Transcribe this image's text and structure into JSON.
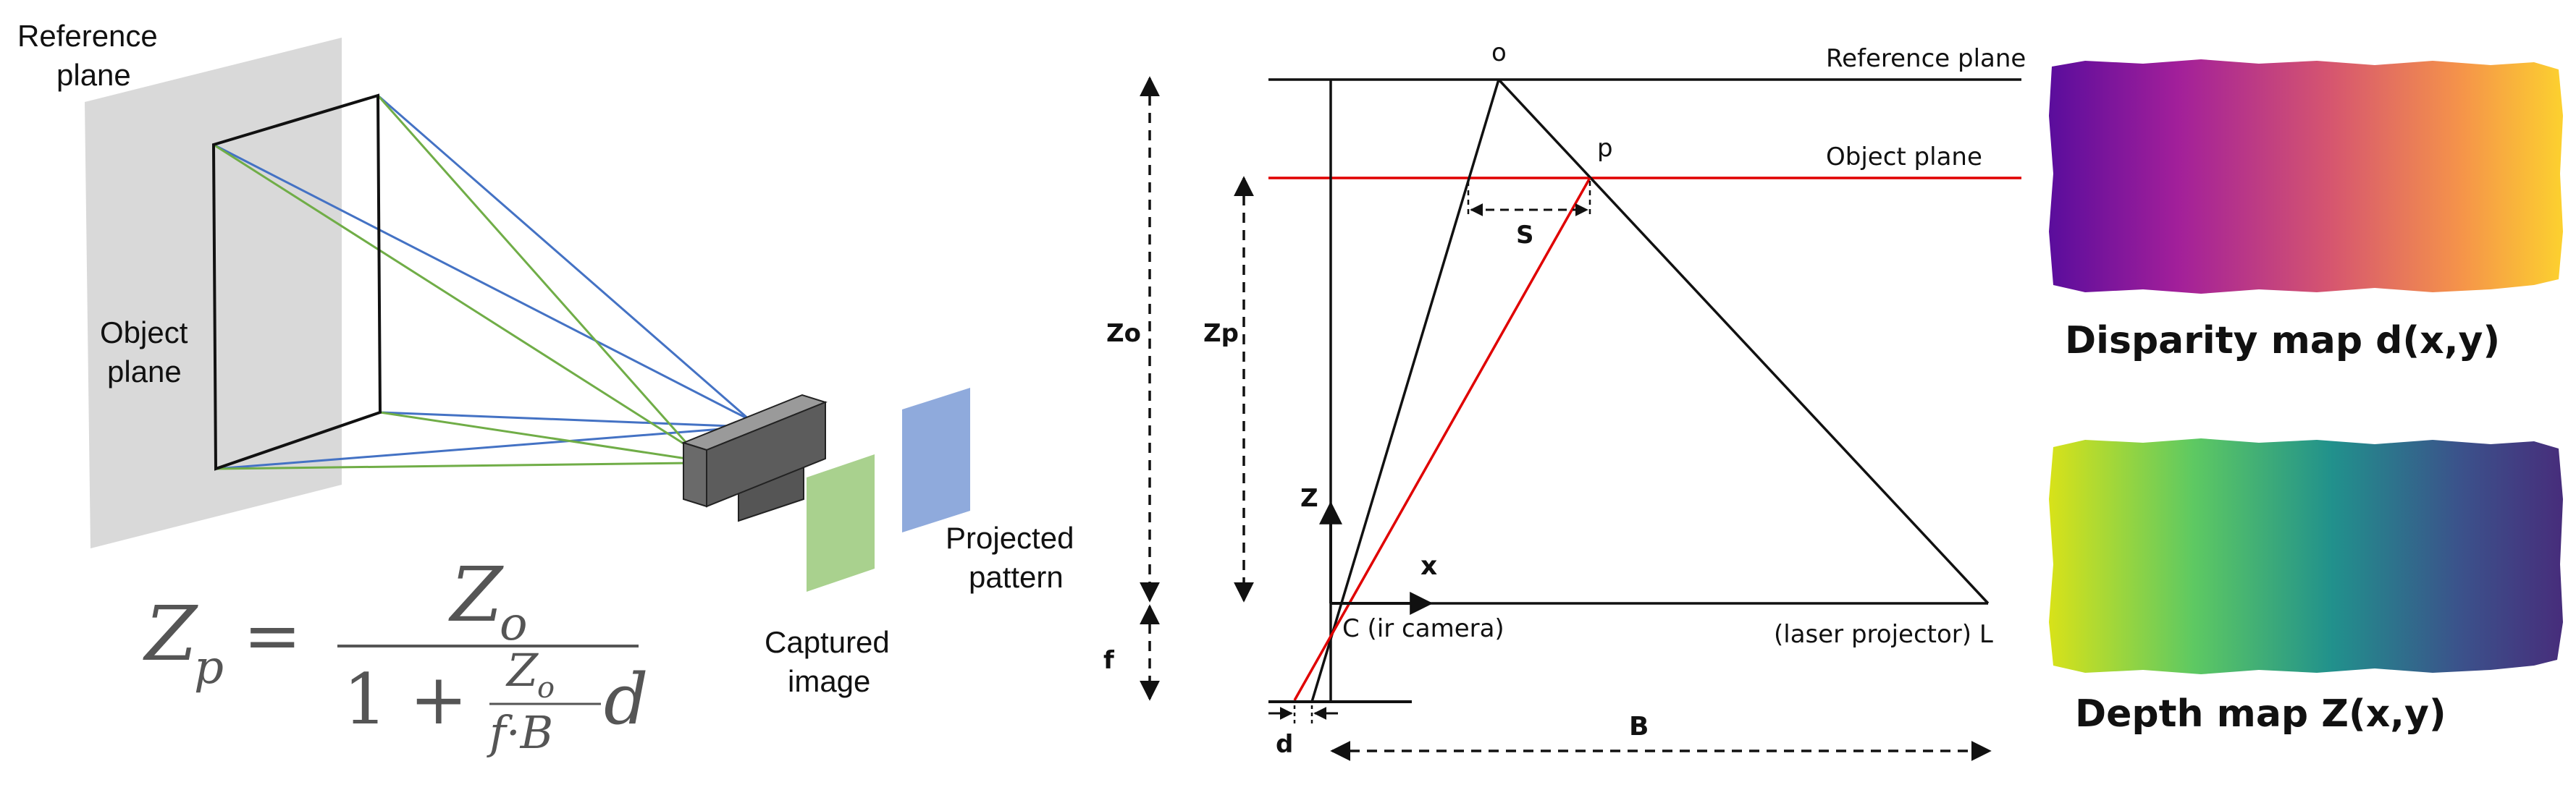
{
  "left_panel": {
    "reference_plane": [
      "Reference",
      "plane"
    ],
    "object_plane": [
      "Object",
      "plane"
    ],
    "captured_image": [
      "Captured",
      "image"
    ],
    "projected_pattern": [
      "Projected",
      "pattern"
    ],
    "formula": {
      "lhs_var": "Z",
      "lhs_sub": "p",
      "equals": "=",
      "num_var": "Z",
      "num_sub": "o",
      "den_one": "1 +",
      "inner_num_var": "Z",
      "inner_num_sub": "o",
      "inner_den": "f·B",
      "den_tail": "d"
    },
    "colors": {
      "plane_gray": "#d9d9d9",
      "ray_blue": "#4472c4",
      "ray_green": "#70ad47",
      "captured_green": "#a9d18e",
      "projected_blue": "#8faadc"
    }
  },
  "geometry_panel": {
    "label_o": "o",
    "label_p": "p",
    "reference_plane": "Reference plane",
    "object_plane": "Object plane",
    "label_S": "S",
    "label_Zo": "Zo",
    "label_Zp": "Zp",
    "label_Z": "Z",
    "label_x": "x",
    "label_f": "f",
    "label_d": "d",
    "label_B": "B",
    "camera": "C (ir camera)",
    "projector": "(laser projector) L",
    "colors": {
      "object_line": "#e00000"
    }
  },
  "maps": {
    "disparity_title": "Disparity map d(x,y)",
    "depth_title": "Depth map Z(x,y)",
    "disparity_colors": [
      "#5a0d9c",
      "#a21f9a",
      "#d6566f",
      "#f5934a",
      "#fcd12f"
    ],
    "depth_colors": [
      "#d8e219",
      "#5ec962",
      "#21918c",
      "#3b528b",
      "#472d7b"
    ]
  }
}
